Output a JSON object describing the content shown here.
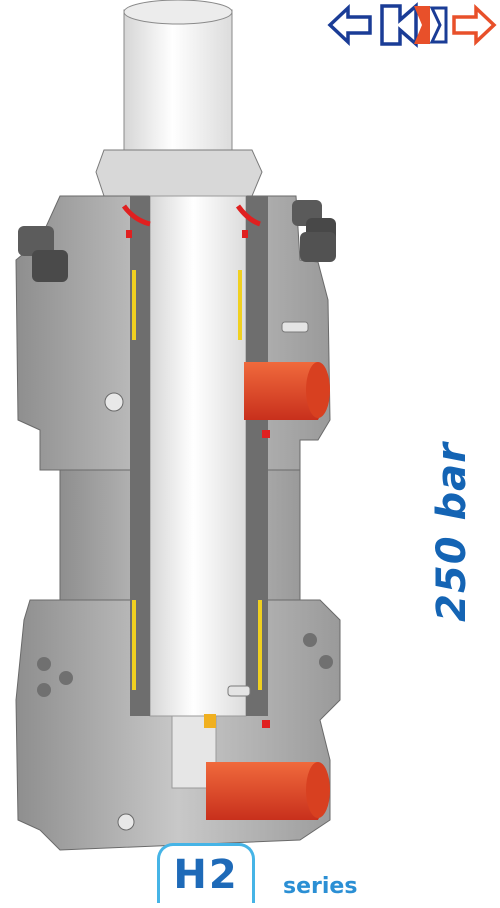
{
  "brand": {
    "logo_icon": "arrows-logo-icon",
    "colors": {
      "blue": "#1a3c96",
      "red": "#e8502a"
    }
  },
  "illustration": {
    "icon": "hydraulic-cylinder-cutaway-icon",
    "colors": {
      "steel": "#b4b4b4",
      "rod": "#f2f2f2",
      "seal": "#e02020",
      "piston": "#e84a26",
      "accent": "#f0d020"
    }
  },
  "pressure_rating": "250 bar",
  "series": {
    "code": "H2",
    "label": "series",
    "colors": {
      "border": "#46b4e6",
      "text": "#1e6ab8"
    }
  }
}
